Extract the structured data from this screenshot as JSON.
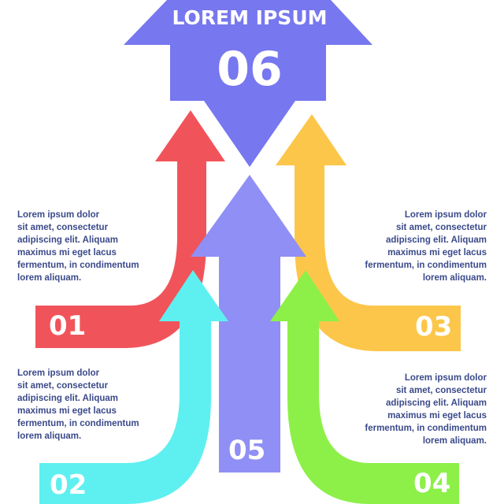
{
  "header": {
    "title": "LOREM IPSUM",
    "number": "06"
  },
  "steps": [
    {
      "number": "01",
      "color": "#f0545a"
    },
    {
      "number": "02",
      "color": "#5ef0f0"
    },
    {
      "number": "03",
      "color": "#fcc64a"
    },
    {
      "number": "04",
      "color": "#8cf048"
    },
    {
      "number": "05",
      "color": "#8f8ff5"
    }
  ],
  "header_color": "#7777f0",
  "text_color": "#3b4a8a",
  "text_blocks": {
    "top_left": [
      "Lorem ipsum dolor",
      "sit amet, consectetur",
      "adipiscing elit. Aliquam",
      "maximus mi eget lacus",
      "fermentum,  in condimentum",
      "lorem aliquam."
    ],
    "bottom_left": [
      "Lorem ipsum dolor",
      "sit amet, consectetur",
      "adipiscing elit. Aliquam",
      "maximus mi eget lacus",
      "fermentum,  in condimentum",
      "lorem aliquam."
    ],
    "top_right": [
      "Lorem ipsum dolor",
      "sit amet, consectetur",
      "adipiscing elit. Aliquam",
      "maximus mi eget lacus",
      "fermentum,  in condimentum",
      "lorem aliquam."
    ],
    "bottom_right": [
      "Lorem ipsum dolor",
      "sit amet, consectetur",
      "adipiscing elit. Aliquam",
      "maximus mi eget lacus",
      "fermentum,  in condimentum",
      "lorem aliquam."
    ]
  }
}
